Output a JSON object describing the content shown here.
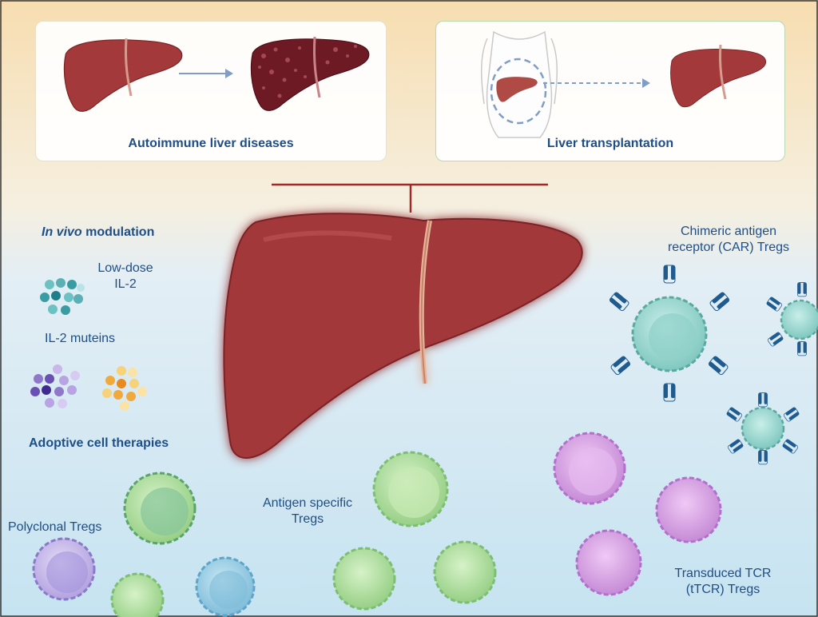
{
  "panels": {
    "autoimmune": "Autoimmune liver diseases",
    "transplant": "Liver transplantation"
  },
  "modulation": {
    "heading_italic": "In vivo",
    "heading_rest": " modulation",
    "low_dose_line1": "Low-dose",
    "low_dose_line2": "IL-2",
    "muteins": "IL-2 muteins"
  },
  "adoptive": {
    "heading": "Adoptive cell therapies",
    "polyclonal": "Polyclonal Tregs",
    "antigen_line1": "Antigen specific",
    "antigen_line2": "Tregs"
  },
  "car": {
    "line1": "Chimeric antigen",
    "line2": "receptor (CAR) Tregs"
  },
  "ttcr": {
    "line1": "Transduced TCR",
    "line2": "(tTCR) Tregs"
  },
  "colors": {
    "liver": "#a3393a",
    "text": "#1f4e86",
    "connector": "#9e2a2a",
    "car_cell": "#8fd0c9",
    "green_cell": "#b8e6a8",
    "purple_cell": "#d9a8e6"
  }
}
